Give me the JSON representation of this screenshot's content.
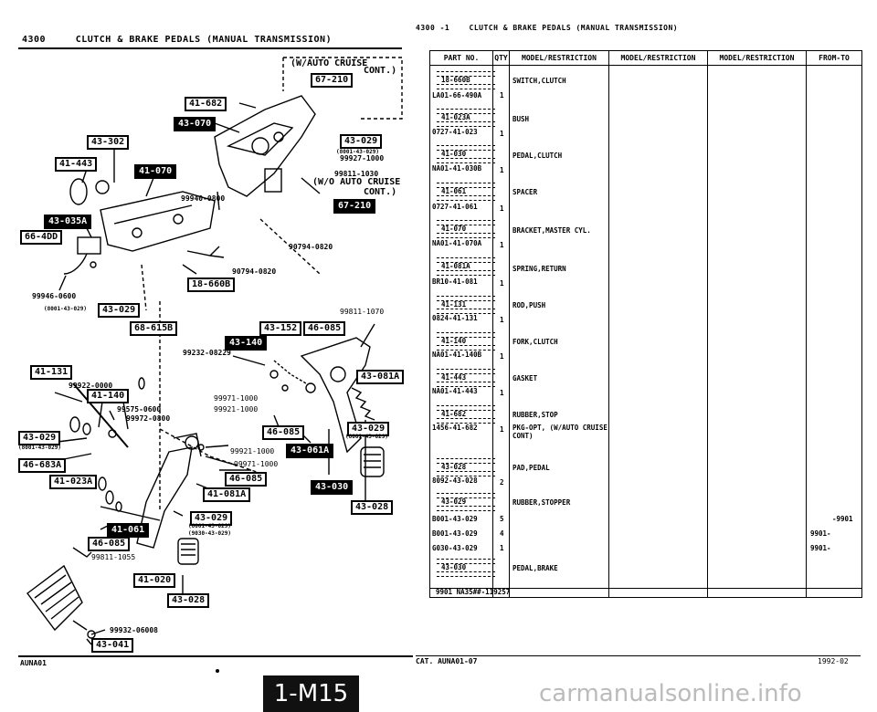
{
  "left_header": {
    "code": "4300",
    "title": "CLUTCH & BRAKE PEDALS (MANUAL TRANSMISSION)"
  },
  "right_header": {
    "code": "4300",
    "suffix": "-1",
    "title": "CLUTCH & BRAKE PEDALS (MANUAL TRANSMISSION)"
  },
  "diagram": {
    "boxes": [
      {
        "id": "b1",
        "text": "67-210"
      },
      {
        "id": "b2",
        "text": "41-682"
      },
      {
        "id": "b3",
        "text": "43-070"
      },
      {
        "id": "b4",
        "text": "43-302"
      },
      {
        "id": "b5",
        "text": "41-443"
      },
      {
        "id": "b6",
        "text": "41-070"
      },
      {
        "id": "b7",
        "text": "43-029"
      },
      {
        "id": "b8",
        "text": "67-210"
      },
      {
        "id": "b9",
        "text": "43-035A"
      },
      {
        "id": "b10",
        "text": "66-4DD"
      },
      {
        "id": "b11",
        "text": "18-660B"
      },
      {
        "id": "b12",
        "text": "43-029"
      },
      {
        "id": "b13",
        "text": "68-615B"
      },
      {
        "id": "b14",
        "text": "43-152"
      },
      {
        "id": "b15",
        "text": "46-085"
      },
      {
        "id": "b16",
        "text": "43-140"
      },
      {
        "id": "b17",
        "text": "43-081A"
      },
      {
        "id": "b18",
        "text": "41-131"
      },
      {
        "id": "b19",
        "text": "41-140"
      },
      {
        "id": "b20",
        "text": "43-029"
      },
      {
        "id": "b21",
        "text": "46-085"
      },
      {
        "id": "b22",
        "text": "43-061A"
      },
      {
        "id": "b23",
        "text": "43-029"
      },
      {
        "id": "b24",
        "text": "46-683A"
      },
      {
        "id": "b25",
        "text": "41-023A"
      },
      {
        "id": "b26",
        "text": "46-085"
      },
      {
        "id": "b27",
        "text": "43-030"
      },
      {
        "id": "b28",
        "text": "41-081A"
      },
      {
        "id": "b29",
        "text": "43-028"
      },
      {
        "id": "b30",
        "text": "43-029"
      },
      {
        "id": "b31",
        "text": "41-061"
      },
      {
        "id": "b32",
        "text": "46-085"
      },
      {
        "id": "b33",
        "text": "41-020"
      },
      {
        "id": "b34",
        "text": "43-028"
      },
      {
        "id": "b35",
        "text": "43-041"
      }
    ],
    "labels": [
      {
        "id": "l1",
        "text": "(W/AUTO CRUISE"
      },
      {
        "id": "l2",
        "text": "CONT.)"
      },
      {
        "id": "l3",
        "text": "(8001-43-029)"
      },
      {
        "id": "l4",
        "text": "99927-1000"
      },
      {
        "id": "l5",
        "text": "99811-1030"
      },
      {
        "id": "l6",
        "text": "(W/O AUTO CRUISE"
      },
      {
        "id": "l7",
        "text": "CONT.)"
      },
      {
        "id": "l8",
        "text": "99940-0800"
      },
      {
        "id": "l9",
        "text": "90794-0820"
      },
      {
        "id": "l10",
        "text": "90794-0820"
      },
      {
        "id": "l11",
        "text": "99946-0600"
      },
      {
        "id": "l12",
        "text": "(8001-43-029)"
      },
      {
        "id": "l13",
        "text": "99811-1070"
      },
      {
        "id": "l14",
        "text": "99232-08229"
      },
      {
        "id": "l15",
        "text": "99922-0000"
      },
      {
        "id": "l16",
        "text": "99575-0600"
      },
      {
        "id": "l17",
        "text": "99972-0800"
      },
      {
        "id": "l18",
        "text": "99971-1000"
      },
      {
        "id": "l19",
        "text": "99921-1000"
      },
      {
        "id": "l20",
        "text": "(8001-43-029)"
      },
      {
        "id": "l21",
        "text": "(8001-43-029)"
      },
      {
        "id": "l22",
        "text": "99921-1000"
      },
      {
        "id": "l23",
        "text": "99971-1000"
      },
      {
        "id": "l24",
        "text": "(8001-43-029)"
      },
      {
        "id": "l25",
        "text": "(9030-43-029)"
      },
      {
        "id": "l26",
        "text": "99811-1055"
      },
      {
        "id": "l27",
        "text": "99932-06008"
      }
    ]
  },
  "table": {
    "headers": [
      "PART NO.",
      "QTY",
      "MODEL/RESTRICTION",
      "MODEL/RESTRICTION",
      "MODEL/RESTRICTION",
      "FROM-TO"
    ],
    "rows": [
      {
        "ref": "18-660B",
        "part": "LA01-66-490A",
        "qty": "1",
        "desc": "SWITCH,CLUTCH",
        "desc2": "",
        "from": ""
      },
      {
        "ref": "41-023A",
        "part": "0727-41-023",
        "qty": "1",
        "desc": "BUSH",
        "desc2": "",
        "from": ""
      },
      {
        "ref": "41-030",
        "part": "NA01-41-030B",
        "qty": "1",
        "desc": "PEDAL,CLUTCH",
        "desc2": "",
        "from": ""
      },
      {
        "ref": "41-061",
        "part": "0727-41-061",
        "qty": "1",
        "desc": "SPACER",
        "desc2": "",
        "from": ""
      },
      {
        "ref": "41-070",
        "part": "NA01-41-070A",
        "qty": "1",
        "desc": "BRACKET,MASTER CYL.",
        "desc2": "",
        "from": ""
      },
      {
        "ref": "41-081A",
        "part": "BR10-41-081",
        "qty": "1",
        "desc": "SPRING,RETURN",
        "desc2": "",
        "from": ""
      },
      {
        "ref": "41-131",
        "part": "0824-41-131",
        "qty": "1",
        "desc": "ROD,PUSH",
        "desc2": "",
        "from": ""
      },
      {
        "ref": "41-140",
        "part": "NA01-41-140B",
        "qty": "1",
        "desc": "FORK,CLUTCH",
        "desc2": "",
        "from": ""
      },
      {
        "ref": "41-443",
        "part": "NA01-41-443",
        "qty": "1",
        "desc": "GASKET",
        "desc2": "",
        "from": ""
      },
      {
        "ref": "41-682",
        "part": "1456-41-682",
        "qty": "1",
        "desc": "RUBBER,STOP",
        "desc2": "PKG-OPT, (W/AUTO CRUISE CONT)",
        "from": ""
      },
      {
        "ref": "43-028",
        "part": "8092-43-028",
        "qty": "2",
        "desc": "PAD,PEDAL",
        "desc2": "",
        "from": ""
      },
      {
        "ref": "43-029",
        "part": "B001-43-029",
        "qty": "5",
        "desc": "RUBBER,STOPPER",
        "desc2": "",
        "from": "-9901"
      },
      {
        "ref": "",
        "part": "B001-43-029",
        "qty": "4",
        "desc": "",
        "desc2": "",
        "from": "9901-"
      },
      {
        "ref": "",
        "part": "G030-43-029",
        "qty": "1",
        "desc": "",
        "desc2": "",
        "from": "9901-"
      },
      {
        "ref": "43-030",
        "part": "",
        "qty": "",
        "desc": "PEDAL,BRAKE",
        "desc2": "",
        "from": ""
      }
    ],
    "footnote": "9901 NA35##-119257"
  },
  "footer": {
    "left": "AUNA01",
    "cat": "CAT. AUNA01-07",
    "date": "1992-02",
    "tab": "1-M15",
    "watermark": "carmanualsonline.info"
  }
}
